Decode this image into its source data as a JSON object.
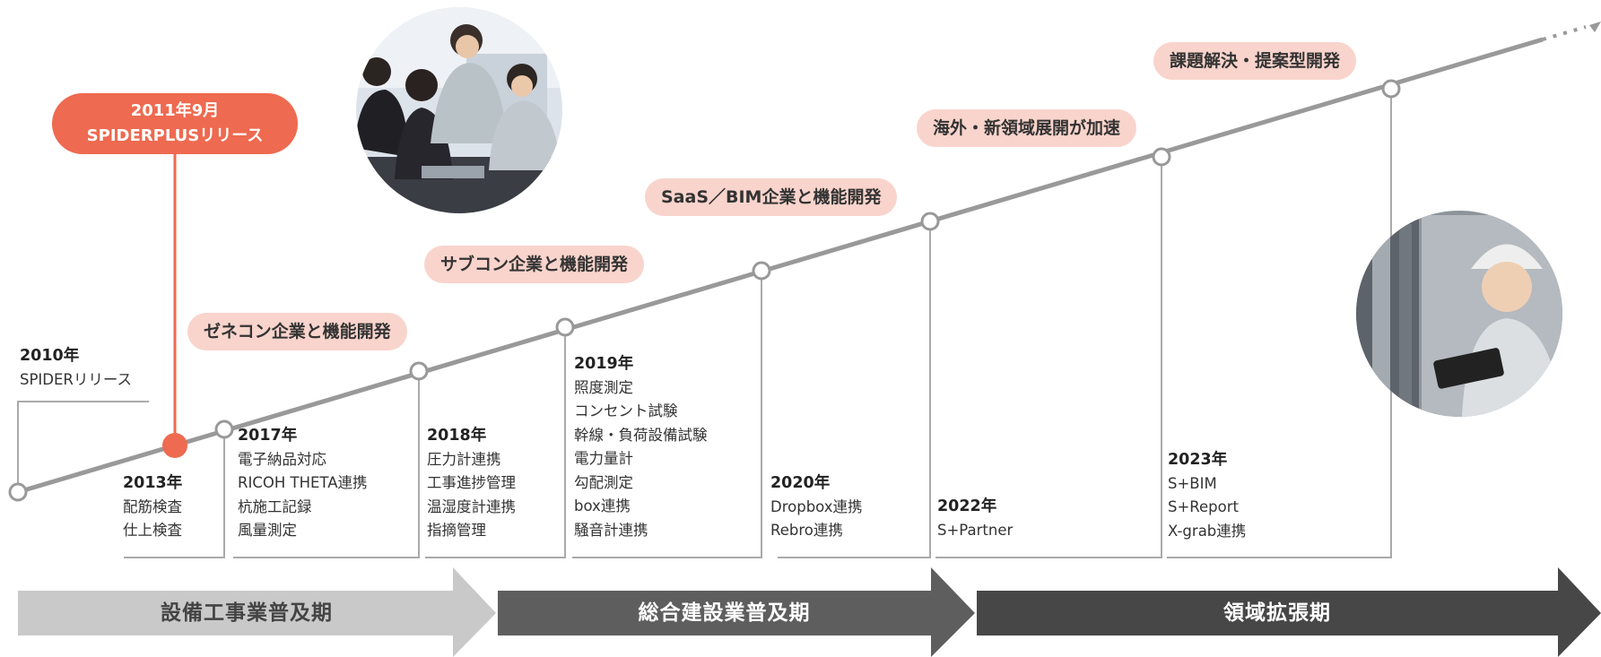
{
  "release_callout": {
    "line1": "2011年9月",
    "line2": "SPIDERPLUSリリース",
    "color": "#ee6a50"
  },
  "themes": [
    "ゼネコン企業と機能開発",
    "サブコン企業と機能開発",
    "SaaS／BIM企業と機能開発",
    "海外・新領域展開が加速",
    "課題解決・提案型開発"
  ],
  "milestones": [
    {
      "year": "2010年",
      "items": [
        "SPIDERリリース"
      ]
    },
    {
      "year": "2013年",
      "items": [
        "配筋検査",
        "仕上検査"
      ]
    },
    {
      "year": "2017年",
      "items": [
        "電子納品対応",
        "RICOH THETA連携",
        "杭施工記録",
        "風量測定"
      ]
    },
    {
      "year": "2018年",
      "items": [
        "圧力計連携",
        "工事進捗管理",
        "温湿度計連携",
        "指摘管理"
      ]
    },
    {
      "year": "2019年",
      "items": [
        "照度測定",
        "コンセント試験",
        "幹線・負荷設備試験",
        "電力量計",
        "勾配測定",
        "box連携",
        "騒音計連携"
      ]
    },
    {
      "year": "2020年",
      "items": [
        "Dropbox連携",
        "Rebro連携"
      ]
    },
    {
      "year": "2022年",
      "items": [
        "S+Partner"
      ]
    },
    {
      "year": "2023年",
      "items": [
        "S+BIM",
        "S+Report",
        "X-grab連携"
      ]
    }
  ],
  "phases": [
    {
      "label": "設備工事業普及期",
      "color": "#c9c9c9",
      "text_color": "#444444"
    },
    {
      "label": "総合建設業普及期",
      "color": "#5e5e5e",
      "text_color": "#ffffff"
    },
    {
      "label": "領域拡張期",
      "color": "#474747",
      "text_color": "#ffffff"
    }
  ],
  "colors": {
    "timeline_line": "#999999",
    "pill_bg": "#f9d4cc",
    "accent": "#ee6a50"
  },
  "photos": [
    {
      "subject": "office-team-photo"
    },
    {
      "subject": "worker-with-tablet-photo"
    }
  ]
}
